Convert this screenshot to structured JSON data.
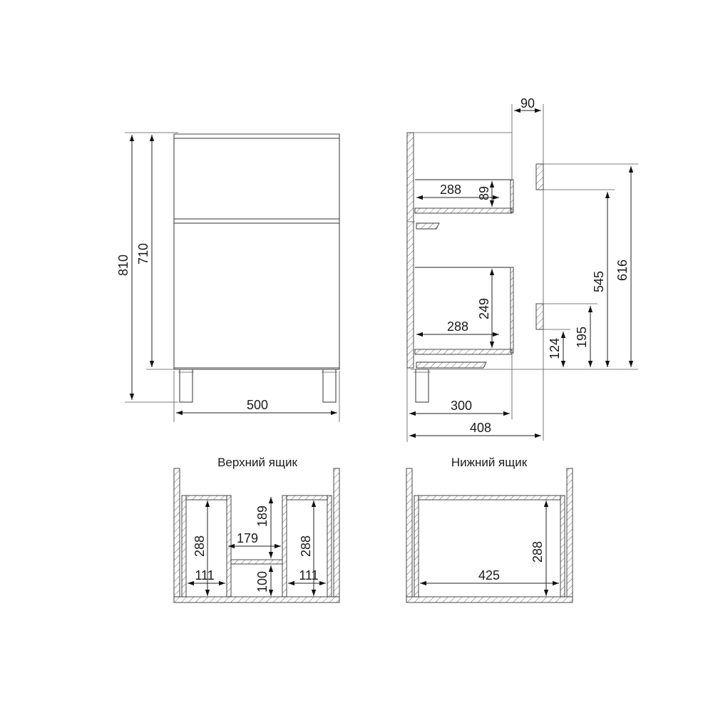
{
  "captions": {
    "upper_drawer": "Верхний ящик",
    "lower_drawer": "Нижний ящик"
  },
  "front_view": {
    "total_height": "810",
    "body_height": "710",
    "width": "500"
  },
  "side_view": {
    "top_offset": "90",
    "upper_drawer_depth": "288",
    "upper_drawer_height": "89",
    "lower_drawer_depth": "288",
    "lower_drawer_height": "249",
    "cabinet_depth": "300",
    "total_depth": "408",
    "level_616": "616",
    "level_545": "545",
    "level_195": "195",
    "level_124": "124"
  },
  "upper_drawer_plan": {
    "left_depth": "288",
    "left_width": "111",
    "center_width": "179",
    "center_depth": "189",
    "center_lower": "100",
    "right_depth": "288",
    "right_width": "111"
  },
  "lower_drawer_plan": {
    "width": "425",
    "depth": "288"
  }
}
